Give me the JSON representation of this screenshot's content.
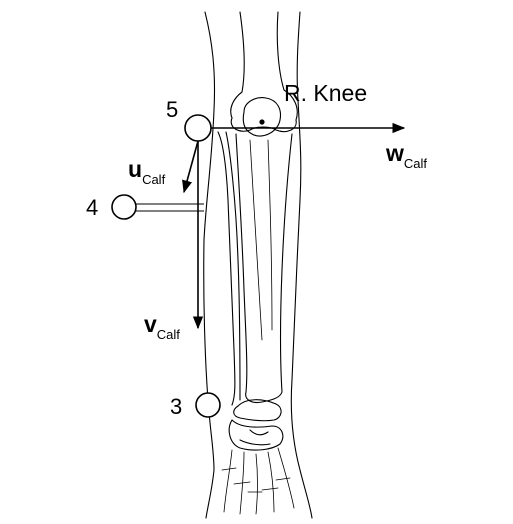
{
  "diagram": {
    "joint_label": "R. Knee",
    "markers": [
      {
        "id": "marker-3",
        "label": "3"
      },
      {
        "id": "marker-4",
        "label": "4"
      },
      {
        "id": "marker-5",
        "label": "5"
      }
    ],
    "axes": {
      "u": {
        "symbol": "u",
        "subscript": "Calf"
      },
      "v": {
        "symbol": "v",
        "subscript": "Calf"
      },
      "w": {
        "symbol": "w",
        "subscript": "Calf"
      }
    }
  }
}
